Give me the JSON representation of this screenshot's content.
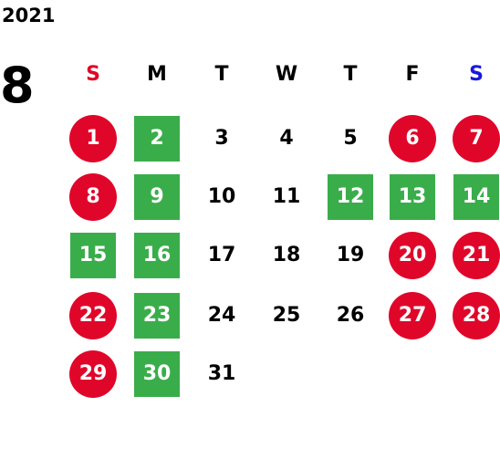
{
  "year": "2021",
  "month": "8",
  "colors": {
    "sunday": "#e0062a",
    "saturday": "#1a1adb",
    "holiday_red": "#e0062a",
    "highlight_green": "#3aad4b"
  },
  "weekdays": [
    "S",
    "M",
    "T",
    "W",
    "T",
    "F",
    "S"
  ],
  "weeks": [
    [
      {
        "n": "1",
        "style": "red"
      },
      {
        "n": "2",
        "style": "green"
      },
      {
        "n": "3",
        "style": "plain"
      },
      {
        "n": "4",
        "style": "plain"
      },
      {
        "n": "5",
        "style": "plain"
      },
      {
        "n": "6",
        "style": "red"
      },
      {
        "n": "7",
        "style": "red"
      }
    ],
    [
      {
        "n": "8",
        "style": "red"
      },
      {
        "n": "9",
        "style": "green"
      },
      {
        "n": "10",
        "style": "plain"
      },
      {
        "n": "11",
        "style": "plain"
      },
      {
        "n": "12",
        "style": "green"
      },
      {
        "n": "13",
        "style": "green"
      },
      {
        "n": "14",
        "style": "green"
      }
    ],
    [
      {
        "n": "15",
        "style": "green"
      },
      {
        "n": "16",
        "style": "green"
      },
      {
        "n": "17",
        "style": "plain"
      },
      {
        "n": "18",
        "style": "plain"
      },
      {
        "n": "19",
        "style": "plain"
      },
      {
        "n": "20",
        "style": "red"
      },
      {
        "n": "21",
        "style": "red"
      }
    ],
    [
      {
        "n": "22",
        "style": "red"
      },
      {
        "n": "23",
        "style": "green"
      },
      {
        "n": "24",
        "style": "plain"
      },
      {
        "n": "25",
        "style": "plain"
      },
      {
        "n": "26",
        "style": "plain"
      },
      {
        "n": "27",
        "style": "red"
      },
      {
        "n": "28",
        "style": "red"
      }
    ],
    [
      {
        "n": "29",
        "style": "red"
      },
      {
        "n": "30",
        "style": "green"
      },
      {
        "n": "31",
        "style": "plain"
      }
    ]
  ]
}
